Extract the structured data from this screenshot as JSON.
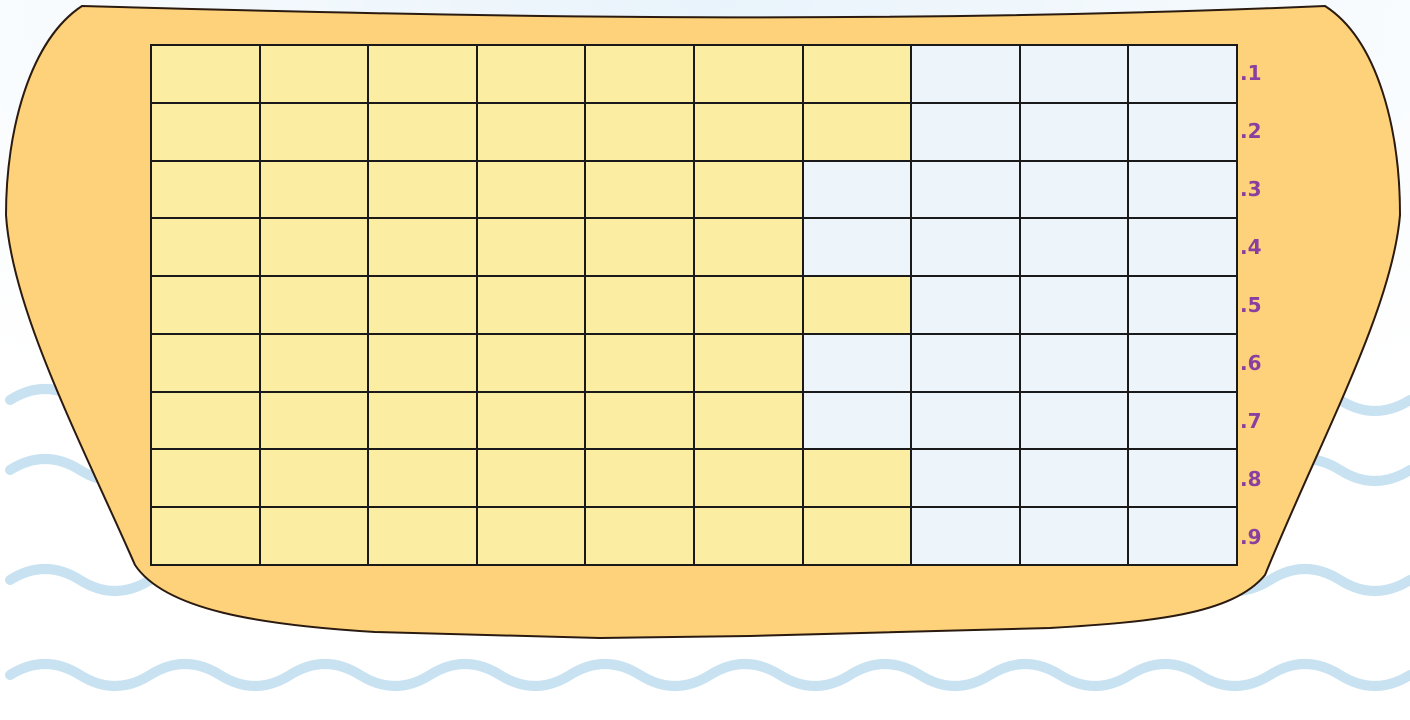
{
  "colors": {
    "boat_fill": "#fdd27a",
    "boat_stroke": "#2a1a10",
    "wave_color": "#c8e2f2",
    "sky_color": "#f4f9fd",
    "filled_cell": "#fbeea3",
    "empty_cell": "#eef5fa",
    "grid_line": "#1a1a1a",
    "label_color": "#8a3fa0"
  },
  "grid": {
    "columns": 10,
    "rows": [
      {
        "label": ".1",
        "filled": 7
      },
      {
        "label": ".2",
        "filled": 7
      },
      {
        "label": ".3",
        "filled": 6
      },
      {
        "label": ".4",
        "filled": 6
      },
      {
        "label": ".5",
        "filled": 7
      },
      {
        "label": ".6",
        "filled": 6
      },
      {
        "label": ".7",
        "filled": 6
      },
      {
        "label": ".8",
        "filled": 7
      },
      {
        "label": ".9",
        "filled": 7
      }
    ]
  }
}
